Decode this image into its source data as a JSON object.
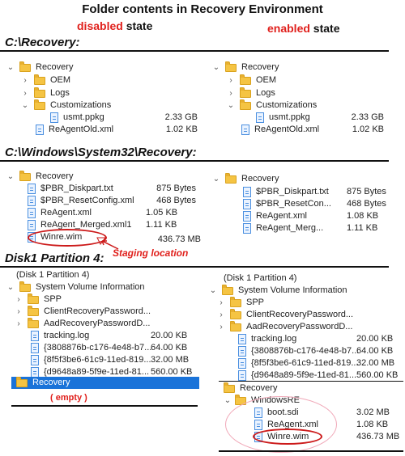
{
  "title": "Folder contents in Recovery Environment",
  "headers": {
    "disabled_word": "disabled",
    "enabled_word": "enabled",
    "state_word": "state"
  },
  "sections": {
    "s1": "C:\\Recovery:",
    "s2": "C:\\Windows\\System32\\Recovery:",
    "s3": "Disk1 Partition 4:"
  },
  "s1_left": {
    "root": "Recovery",
    "oem": "OEM",
    "logs": "Logs",
    "customizations": "Customizations",
    "usmt": "usmt.ppkg",
    "usmt_size": "2.33 GB",
    "reagentold": "ReAgentOld.xml",
    "reagentold_size": "1.02 KB"
  },
  "s1_right": {
    "root": "Recovery",
    "oem": "OEM",
    "logs": "Logs",
    "customizations": "Customizations",
    "usmt": "usmt.ppkg",
    "usmt_size": "2.33 GB",
    "reagentold": "ReAgentOld.xml",
    "reagentold_size": "1.02 KB"
  },
  "s2_left": {
    "root": "Recovery",
    "f1": "$PBR_Diskpart.txt",
    "f1_size": "875 Bytes",
    "f2": "$PBR_ResetConfig.xml",
    "f2_size": "468 Bytes",
    "f3": "ReAgent.xml",
    "f3_size": "1.05 KB",
    "f4": "ReAgent_Merged.xml1",
    "f4_size": "1.11 KB",
    "f5": "Winre.wim",
    "f5_size": "436.73 MB",
    "annotation": "Staging location"
  },
  "s2_right": {
    "root": "Recovery",
    "f1": "$PBR_Diskpart.txt",
    "f1_size": "875 Bytes",
    "f2": "$PBR_ResetCon...",
    "f2_size": "468 Bytes",
    "f3": "ReAgent.xml",
    "f3_size": "1.08 KB",
    "f4": "ReAgent_Merg...",
    "f4_size": "1.11 KB"
  },
  "s3_left": {
    "disk": "(Disk 1 Partition 4)",
    "svi": "System Volume Information",
    "spp": "SPP",
    "crp": "ClientRecoveryPassword...",
    "aad": "AadRecoveryPasswordD...",
    "tracking": "tracking.log",
    "tracking_size": "20.00 KB",
    "g1": "{3808876b-c176-4e48-b7...",
    "g1_size": "64.00 KB",
    "g2": "{8f5f3be6-61c9-11ed-819...",
    "g2_size": "32.00 MB",
    "g3": "{d9648a89-5f9e-11ed-81...",
    "g3_size": "560.00 KB",
    "recovery": "Recovery",
    "empty": "( empty )"
  },
  "s3_right": {
    "disk": "(Disk 1 Partition 4)",
    "svi": "System Volume Information",
    "spp": "SPP",
    "crp": "ClientRecoveryPassword...",
    "aad": "AadRecoveryPasswordD...",
    "tracking": "tracking.log",
    "tracking_size": "20.00 KB",
    "g1": "{3808876b-c176-4e48-b7...",
    "g1_size": "64.00 KB",
    "g2": "{8f5f3be6-61c9-11ed-819...",
    "g2_size": "32.00 MB",
    "g3": "{d9648a89-5f9e-11ed-81...",
    "g3_size": "560.00 KB",
    "recovery": "Recovery",
    "winre_folder": "WindowsRE",
    "boot": "boot.sdi",
    "boot_size": "3.02 MB",
    "reagent": "ReAgent.xml",
    "reagent_size": "1.08 KB",
    "winre": "Winre.wim",
    "winre_size": "436.73 MB"
  }
}
